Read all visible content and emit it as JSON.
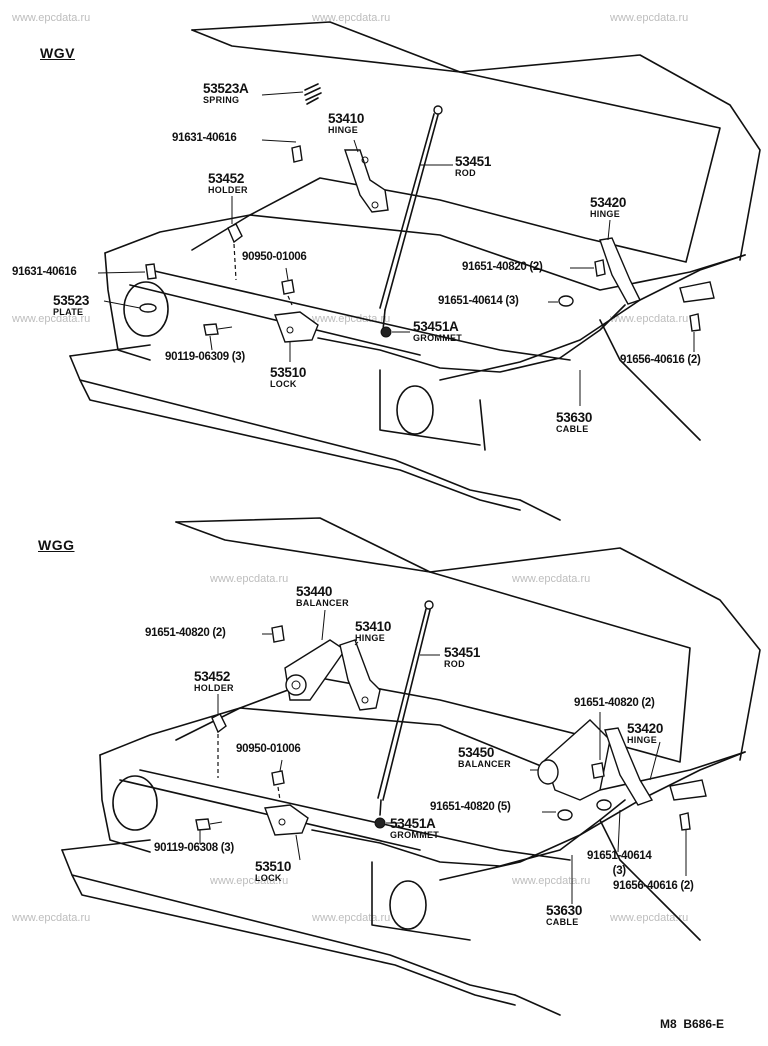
{
  "watermark": "www.epcdata.ru",
  "sections": [
    {
      "code": "WGV",
      "labels": [
        {
          "num": "53523A",
          "name": "SPRING"
        },
        {
          "num": "53410",
          "name": "HINGE"
        },
        {
          "num": "91631-40616",
          "name": ""
        },
        {
          "num": "53451",
          "name": "ROD"
        },
        {
          "num": "53452",
          "name": "HOLDER"
        },
        {
          "num": "53420",
          "name": "HINGE"
        },
        {
          "num": "90950-01006",
          "name": ""
        },
        {
          "num": "91631-40616",
          "name": ""
        },
        {
          "num": "91651-40820 (2)",
          "name": ""
        },
        {
          "num": "53523",
          "name": "PLATE"
        },
        {
          "num": "91651-40614 (3)",
          "name": ""
        },
        {
          "num": "53451A",
          "name": "GROMMET"
        },
        {
          "num": "90119-06309 (3)",
          "name": ""
        },
        {
          "num": "91656-40616 (2)",
          "name": ""
        },
        {
          "num": "53510",
          "name": "LOCK"
        },
        {
          "num": "53630",
          "name": "CABLE"
        }
      ]
    },
    {
      "code": "WGG",
      "labels": [
        {
          "num": "53440",
          "name": "BALANCER"
        },
        {
          "num": "91651-40820 (2)",
          "name": ""
        },
        {
          "num": "53410",
          "name": "HINGE"
        },
        {
          "num": "53451",
          "name": "ROD"
        },
        {
          "num": "53452",
          "name": "HOLDER"
        },
        {
          "num": "91651-40820 (2)",
          "name": ""
        },
        {
          "num": "53420",
          "name": "HINGE"
        },
        {
          "num": "90950-01006",
          "name": ""
        },
        {
          "num": "53450",
          "name": "BALANCER"
        },
        {
          "num": "91651-40820 (5)",
          "name": ""
        },
        {
          "num": "53451A",
          "name": "GROMMET"
        },
        {
          "num": "90119-06308 (3)",
          "name": ""
        },
        {
          "num": "91651-40614",
          "name": "(3)"
        },
        {
          "num": "53510",
          "name": "LOCK"
        },
        {
          "num": "91656-40616 (2)",
          "name": ""
        },
        {
          "num": "53630",
          "name": "CABLE"
        }
      ]
    }
  ],
  "diagram_code": "M8  B686-E"
}
